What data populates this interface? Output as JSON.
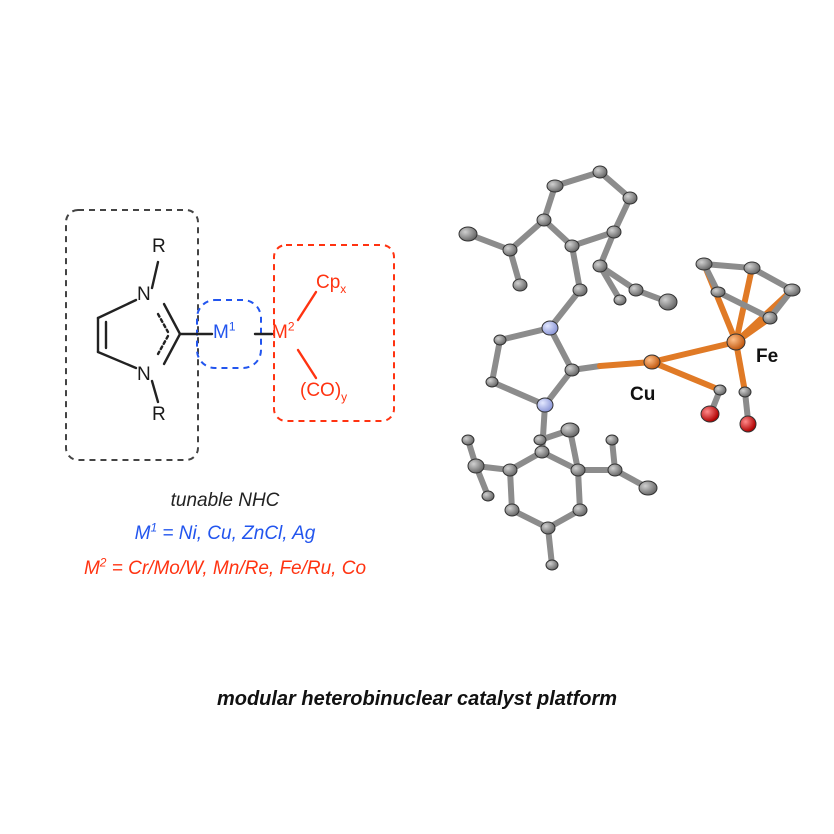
{
  "scheme": {
    "atoms": {
      "r_top": "R",
      "r_bottom": "R",
      "n_top": "N",
      "n_bottom": "N",
      "m1_base": "M",
      "m1_sup": "1",
      "m2_base": "M",
      "m2_sup": "2",
      "cp_base": "Cp",
      "cp_sub": "x",
      "co_base": "(CO)",
      "co_sub": "y"
    },
    "colors": {
      "ligand_box": "#444444",
      "m1": "#2255ee",
      "m2": "#ff3311",
      "bond": "#222222"
    }
  },
  "captions": {
    "line1": "tunable NHC",
    "line2_m": "M",
    "line2_sup": "1",
    "line2_rest": " = Ni, Cu, ZnCl, Ag",
    "line3_m": "M",
    "line3_sup": "2",
    "line3_rest": " = Cr/Mo/W, Mn/Re, Fe/Ru, Co"
  },
  "structure": {
    "cu_label": "Cu",
    "fe_label": "Fe",
    "colors": {
      "carbon": "#8c8c8c",
      "nitrogen": "#aab4ee",
      "metal": "#e07a26",
      "oxygen": "#dd1111"
    }
  },
  "footer": "modular heterobinuclear catalyst platform"
}
